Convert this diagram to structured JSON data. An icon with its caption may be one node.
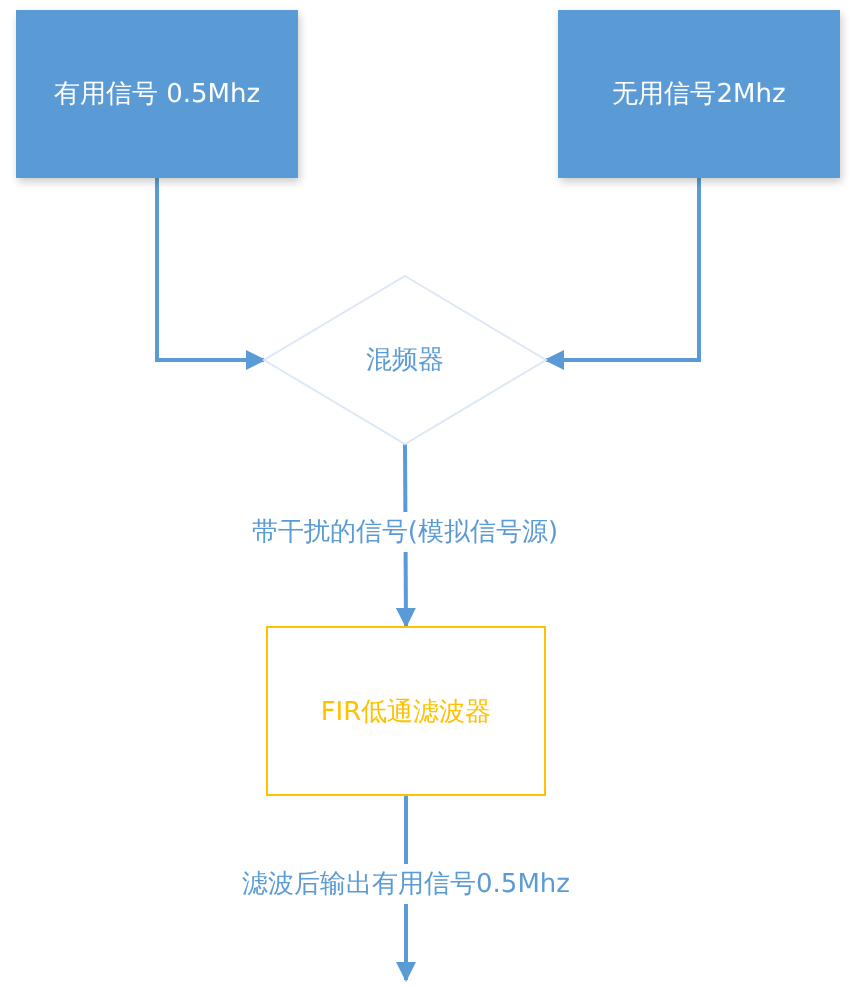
{
  "diagram": {
    "nodes": [
      {
        "text": [
          "有用信号 0.5Mhz"
        ]
      },
      {
        "text": [
          "无用信号2Mhz"
        ]
      },
      {
        "text": [
          "混频器"
        ]
      },
      {
        "text": [
          "FIR低通滤波器"
        ]
      }
    ],
    "edges": [
      {
        "from": 0,
        "to": 2,
        "arrow": "to"
      },
      {
        "from": 1,
        "to": 2,
        "arrow": "to"
      },
      {
        "from": 2,
        "to": 3,
        "arrow": "to",
        "label": "带干扰的信号(模拟信号源)"
      },
      {
        "from": 3,
        "to": null,
        "arrow": "to",
        "label": "滤波后输出有用信号0.5Mhz"
      }
    ]
  }
}
